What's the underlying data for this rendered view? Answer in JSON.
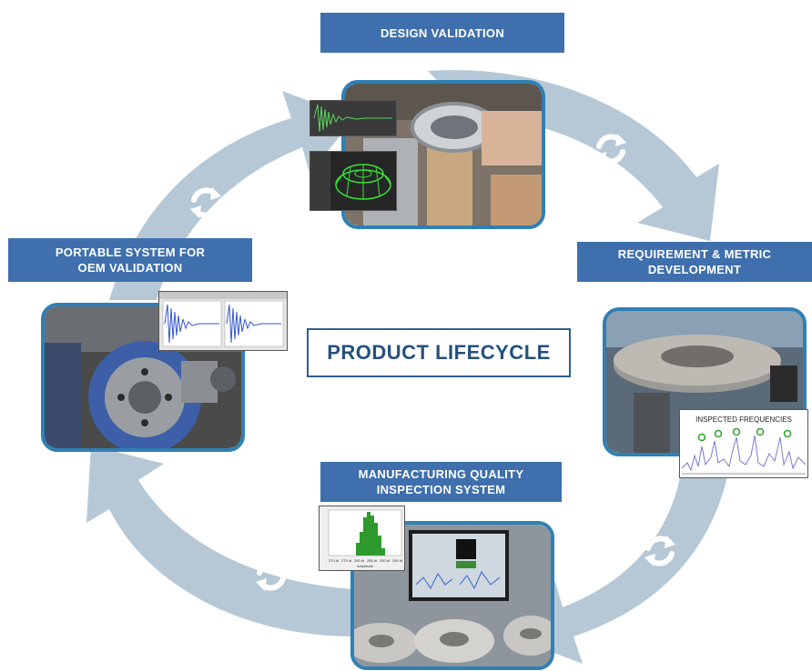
{
  "stages": {
    "design_validation": "DESIGN VALIDATION",
    "requirement_line1": "REQUIREMENT & METRIC",
    "requirement_line2": "DEVELOPMENT",
    "manufacturing_line1": "MANUFACTURING QUALITY",
    "manufacturing_line2": "INSPECTION SYSTEM",
    "portable_line1": "PORTABLE SYSTEM FOR",
    "portable_line2": "OEM VALIDATION"
  },
  "center_title": "PRODUCT LIFECYCLE",
  "inspected_frequencies_title": "INSPECTED FREQUENCIES",
  "histogram_axis_label": "Amplitude",
  "histogram_ticks": [
    "270 dt",
    "275 dt",
    "280 dt",
    "285 dt",
    "290 dt",
    "295 dt"
  ],
  "colors": {
    "banner": "#3f6fad",
    "title_border": "#2e5f93",
    "photo_border": "#2f80b4",
    "cycle_arrow": "#b4c6d4"
  },
  "icons": [
    "refresh-cycle-icon"
  ]
}
